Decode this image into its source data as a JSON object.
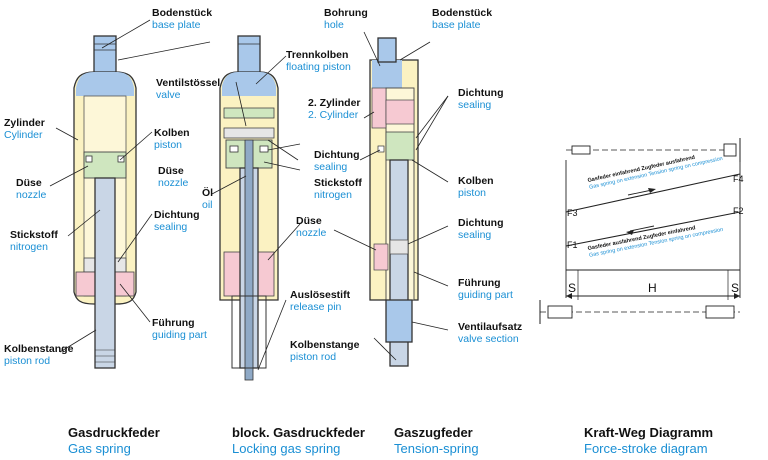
{
  "colors": {
    "blue_label": "#1a8fd4",
    "base_plate": "#a9c8ea",
    "cylinder": "#fbf2c2",
    "piston": "#cfe6bf",
    "pink": "#f6c9d2",
    "rod": "#c9d6e6",
    "gray_band": "#d9d9d9"
  },
  "gas_spring": {
    "base_de": "Bodenstück",
    "base_en": "base plate",
    "cyl_de": "Zylinder",
    "cyl_en": "Cylinder",
    "noz_de": "Düse",
    "noz_en": "nozzle",
    "pis_de": "Kolben",
    "pis_en": "piston",
    "nit_de": "Stickstoff",
    "nit_en": "nitrogen",
    "seal_de": "Dichtung",
    "seal_en": "sealing",
    "guide_de": "Führung",
    "guide_en": "guiding part",
    "rod_de": "Kolbenstange",
    "rod_en": "piston rod",
    "caption_de": "Gasdruckfeder",
    "caption_en": "Gas spring"
  },
  "locking_spring": {
    "float_de": "Trennkolben",
    "float_en": "floating piston",
    "valve_de": "Ventilstössel",
    "valve_en": "valve",
    "noz_de": "Düse",
    "noz_en": "nozzle",
    "oil_de": "Öl",
    "oil_en": "oil",
    "pin_de": "Auslösestift",
    "pin_en": "release pin",
    "caption_de": "block. Gasdruckfeder",
    "caption_en": "Locking gas spring"
  },
  "tension_spring": {
    "hole_de": "Bohrung",
    "hole_en": "hole",
    "base_de": "Bodenstück",
    "base_en": "base plate",
    "cyl2_de": "2. Zylinder",
    "cyl2_en": "2. Cylinder",
    "seal1_de": "Dichtung",
    "seal1_en": "sealing",
    "seal2_de": "Dichtung",
    "seal2_en": "sealing",
    "nit_de": "Stickstoff",
    "nit_en": "nitrogen",
    "pis_de": "Kolben",
    "pis_en": "piston",
    "noz_de": "Düse",
    "noz_en": "nozzle",
    "seal3_de": "Dichtung",
    "seal3_en": "sealing",
    "guide_de": "Führung",
    "guide_en": "guiding part",
    "valve_de": "Ventilaufsatz",
    "valve_en": "valve section",
    "rod_de": "Kolbenstange",
    "rod_en": "piston rod",
    "caption_de": "Gaszugfeder",
    "caption_en": "Tension-spring"
  },
  "force_stroke": {
    "upper_de": "Gasfeder einfahrend Zugfeder ausfahrend",
    "upper_en": "Gas spring on extension Tension spring on compression",
    "lower_de": "Gasfeder ausfahrend Zugfeder einfahrend",
    "lower_en": "Gas spring on extension Tension spring on compression",
    "f1": "F1",
    "f2": "F2",
    "f3": "F3",
    "f4": "F4",
    "s_left": "S",
    "s_right": "S",
    "h": "H",
    "caption_de": "Kraft-Weg Diagramm",
    "caption_en": "Force-stroke diagram"
  }
}
